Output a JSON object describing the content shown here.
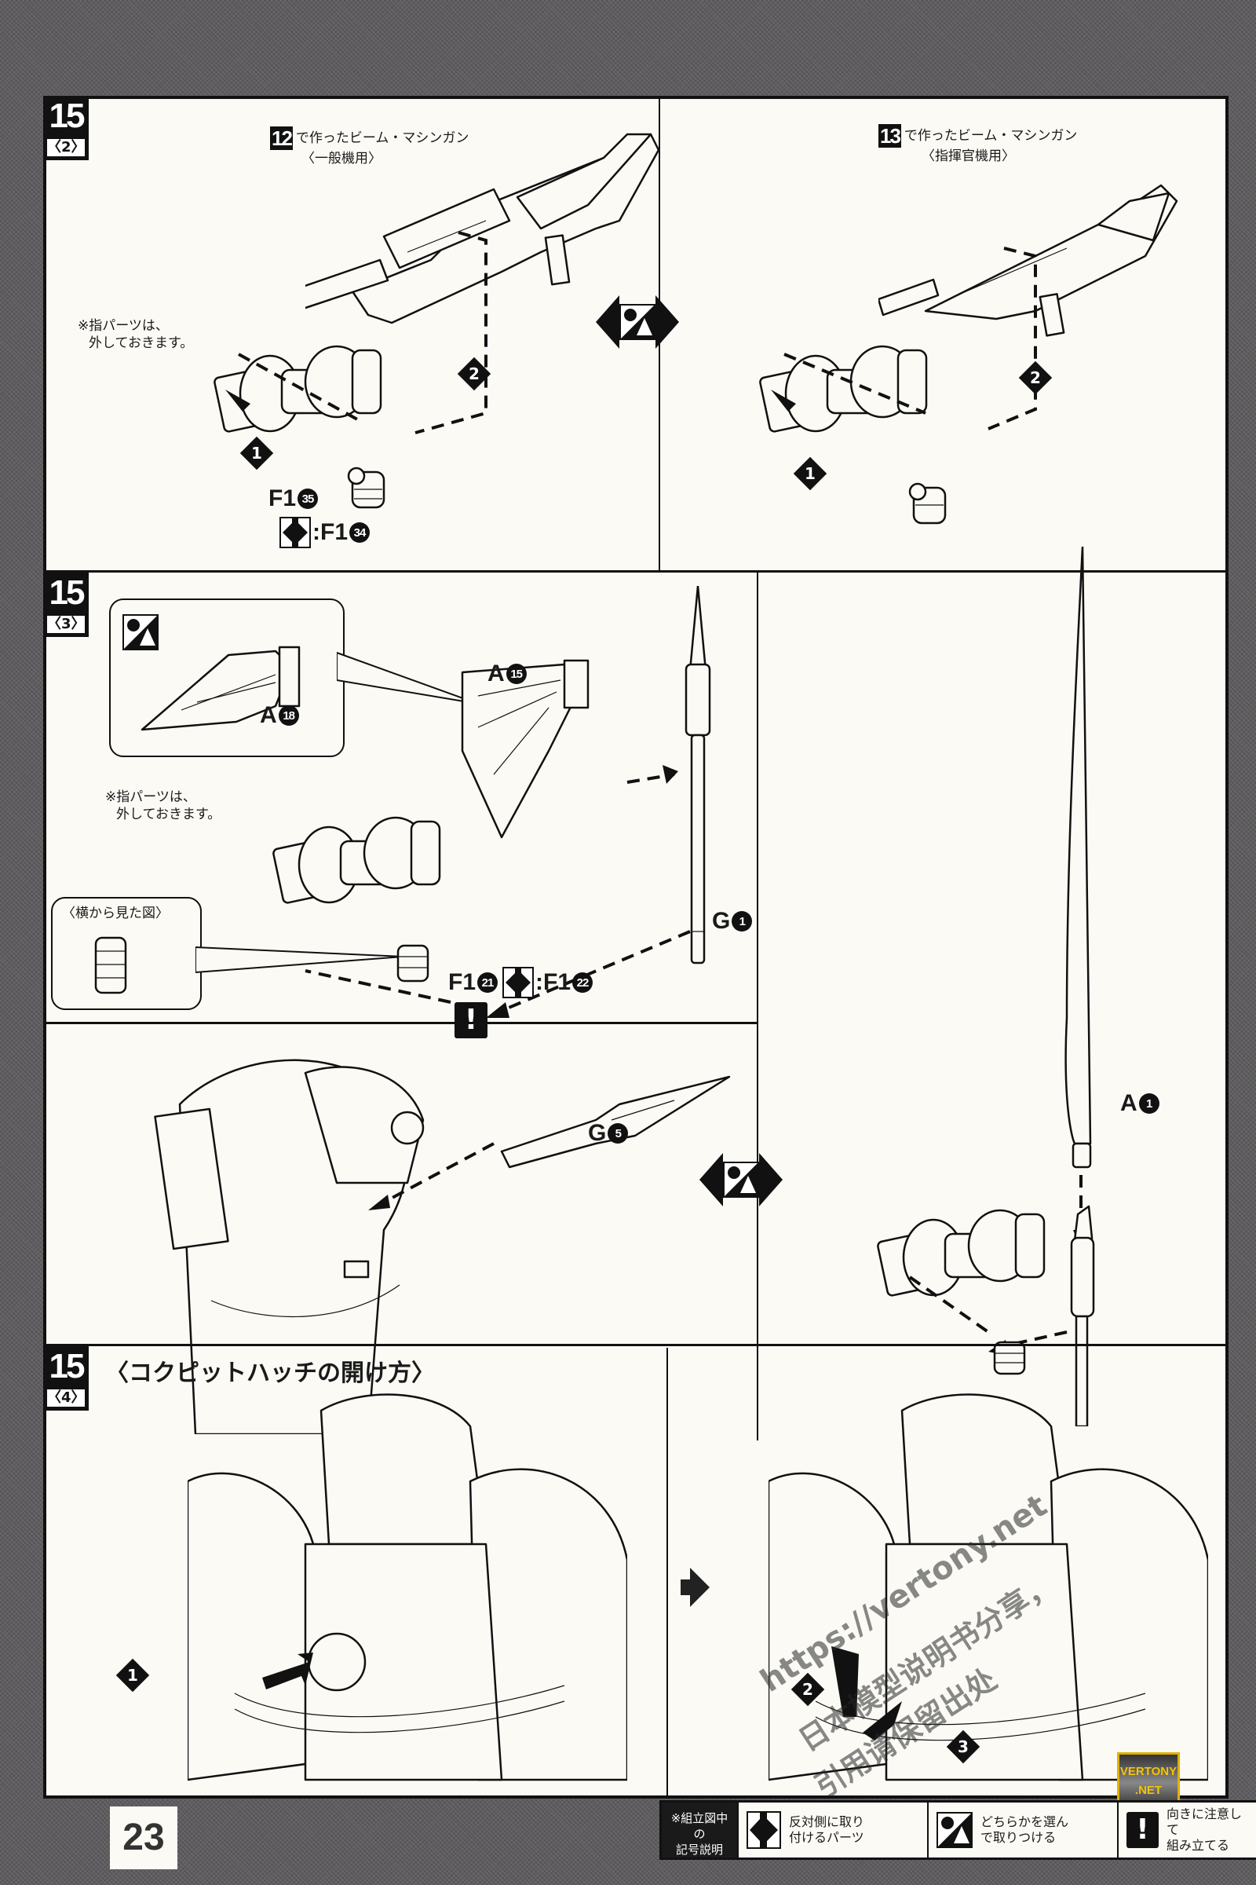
{
  "page_number": "23",
  "steps": [
    {
      "step": "15",
      "sub": "〈2〉",
      "left": {
        "ref_number": "12",
        "title": "で作ったビーム・マシンガン",
        "subtitle": "〈一般機用〉",
        "note_line1": "※指パーツは、",
        "note_line2": "外しておきます。",
        "part": "F1",
        "part_num": "35",
        "mirror_part": ":F1",
        "mirror_part_num": "34",
        "order": [
          "1",
          "2"
        ]
      },
      "right": {
        "ref_number": "13",
        "title": "で作ったビーム・マシンガン",
        "subtitle": "〈指揮官機用〉",
        "order": [
          "1",
          "2"
        ]
      }
    },
    {
      "step": "15",
      "sub": "〈3〉",
      "callout_part": "A",
      "callout_part_num": "18",
      "axe_part": "A",
      "axe_part_num": "15",
      "handle_part": "G",
      "handle_part_num": "1",
      "note_line1": "※指パーツは、",
      "note_line2": "外しておきます。",
      "side_view_label": "〈横から見た図〉",
      "hand_part": "F1",
      "hand_part_num": "21",
      "hand_mirror_part": ":F1",
      "hand_mirror_part_num": "22",
      "holster_part": "G",
      "holster_part_num": "5",
      "sword_part": "A",
      "sword_part_num": "1"
    },
    {
      "step": "15",
      "sub": "〈4〉",
      "title": "〈コクピットハッチの開け方〉",
      "order": [
        "1",
        "2",
        "3"
      ]
    }
  ],
  "legend": {
    "heading_line1": "※組立図中の",
    "heading_line2": "記号説明",
    "items": [
      {
        "icon": "mirror-part-icon",
        "line1": "反対側に取り",
        "line2": "付けるパーツ"
      },
      {
        "icon": "choose-one-icon",
        "line1": "どちらかを選ん",
        "line2": "で取りつける"
      },
      {
        "icon": "caution-icon",
        "line1": "向きに注意して",
        "line2": "組み立てる"
      }
    ]
  },
  "watermark": {
    "url": "https://vertony.net",
    "text_line1": "日本模型说明书分享，",
    "text_line2": "引用请保留出处"
  },
  "logo": {
    "line1": "VERTONY",
    "line2": ".NET"
  },
  "colors": {
    "frame": "#111111",
    "paper": "#fbfaf5",
    "background": "#5e5b5e",
    "logo_gold": "#f5c400"
  }
}
